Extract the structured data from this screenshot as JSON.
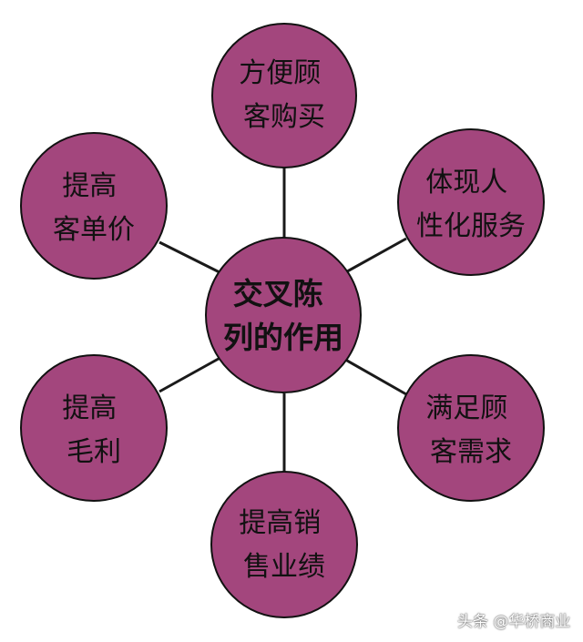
{
  "center": {
    "lines": [
      "交叉陈",
      "列的作用"
    ]
  },
  "nodes": [
    {
      "id": "top",
      "lines": [
        "方便顾",
        "客购买"
      ]
    },
    {
      "id": "upper-right",
      "lines": [
        "体现人",
        "性化服务"
      ]
    },
    {
      "id": "lower-right",
      "lines": [
        "满足顾",
        "客需求"
      ]
    },
    {
      "id": "bottom",
      "lines": [
        "提高销",
        "售业绩"
      ]
    },
    {
      "id": "lower-left",
      "lines": [
        "提高",
        "毛利"
      ]
    },
    {
      "id": "upper-left",
      "lines": [
        "提高",
        "客单价"
      ]
    }
  ],
  "colors": {
    "circle_fill": "#a3467d",
    "outline": "#111111",
    "connector": "#1a1a1a"
  },
  "watermark": "头条 @华桥商业"
}
